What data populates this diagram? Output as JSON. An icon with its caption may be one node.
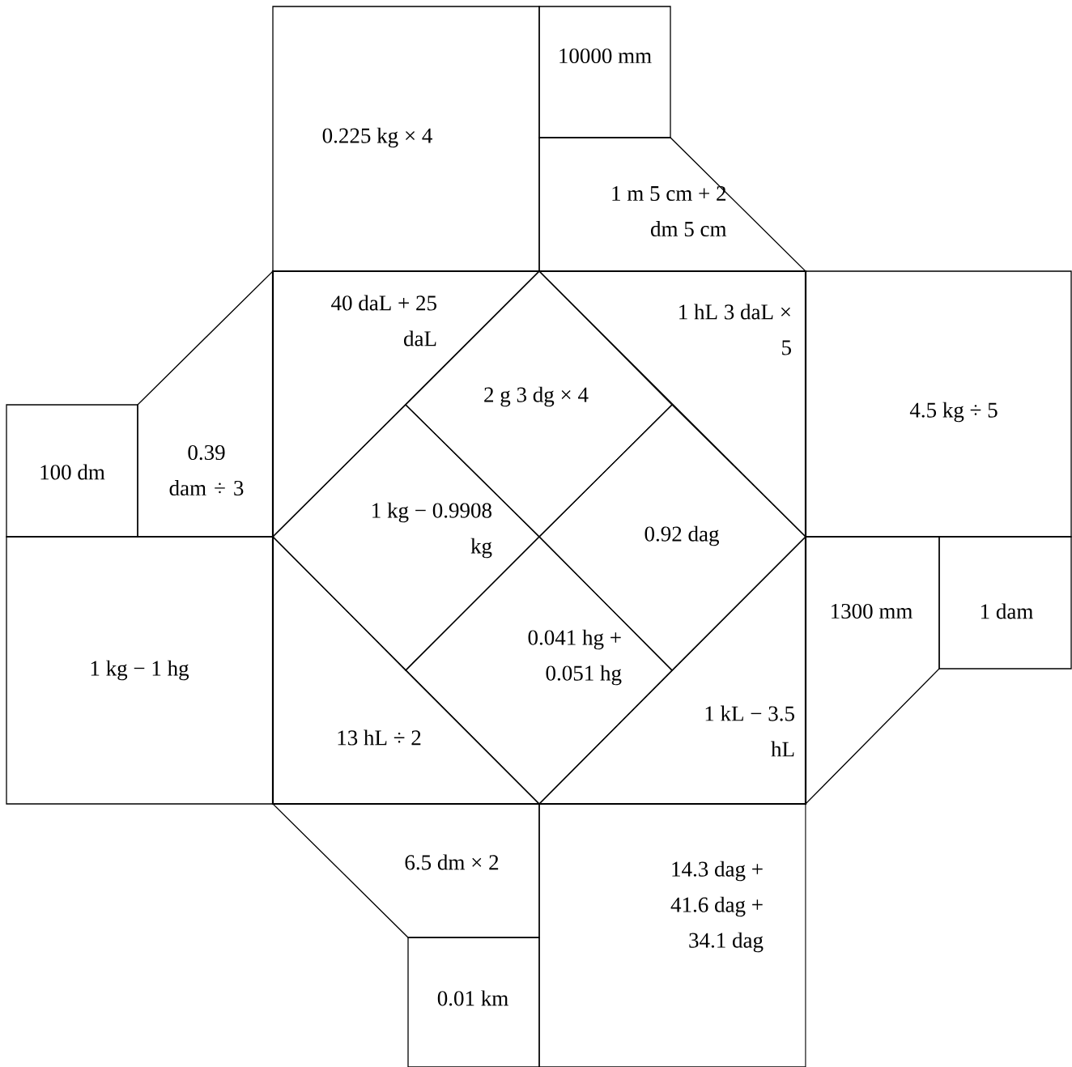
{
  "diagram": {
    "nodes": [
      {
        "text": [
          "0.225 kg × 4"
        ]
      },
      {
        "text": [
          "10000 mm"
        ]
      },
      {
        "text": [
          "1 m 5 cm + 2 dm 5 cm"
        ]
      },
      {
        "text": [
          "40 daL + 25 daL"
        ]
      },
      {
        "text": [
          "1 hL 3 daL × 5"
        ]
      },
      {
        "text": [
          "4.5 kg ÷ 5"
        ]
      },
      {
        "text": [
          "2 g 3 dg × 4"
        ]
      },
      {
        "text": [
          "100 dm"
        ]
      },
      {
        "text": [
          "0.39 dam ÷ 3"
        ]
      },
      {
        "text": [
          "1 kg − 0.9908 kg"
        ]
      },
      {
        "text": [
          "0.92 dag"
        ]
      },
      {
        "text": [
          "1 kg − 1 hg"
        ]
      },
      {
        "text": [
          "1300 mm"
        ]
      },
      {
        "text": [
          "1 dam"
        ]
      },
      {
        "text": [
          "0.041 hg + 0.051 hg"
        ]
      },
      {
        "text": [
          "13 hL ÷ 2"
        ]
      },
      {
        "text": [
          "1 kL − 3.5 hL"
        ]
      },
      {
        "text": [
          "6.5 dm × 2"
        ]
      },
      {
        "text": [
          "14.3 dag + 41.6 dag + 34.1 dag"
        ]
      },
      {
        "text": [
          "0.01 km"
        ]
      }
    ]
  }
}
